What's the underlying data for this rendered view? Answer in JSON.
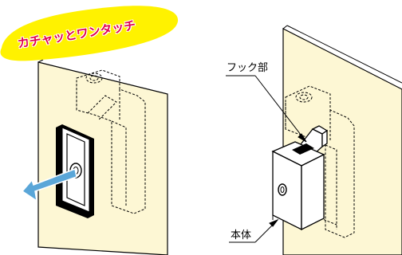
{
  "badge": {
    "text": "カチャッとワンタッチ"
  },
  "labels": {
    "hook": "フック部",
    "body": "本体"
  },
  "colors": {
    "panel": "#fdf7d4",
    "badge": "#fff200",
    "badge_text": "#e0004f",
    "arrow": "#5aa6d8"
  }
}
